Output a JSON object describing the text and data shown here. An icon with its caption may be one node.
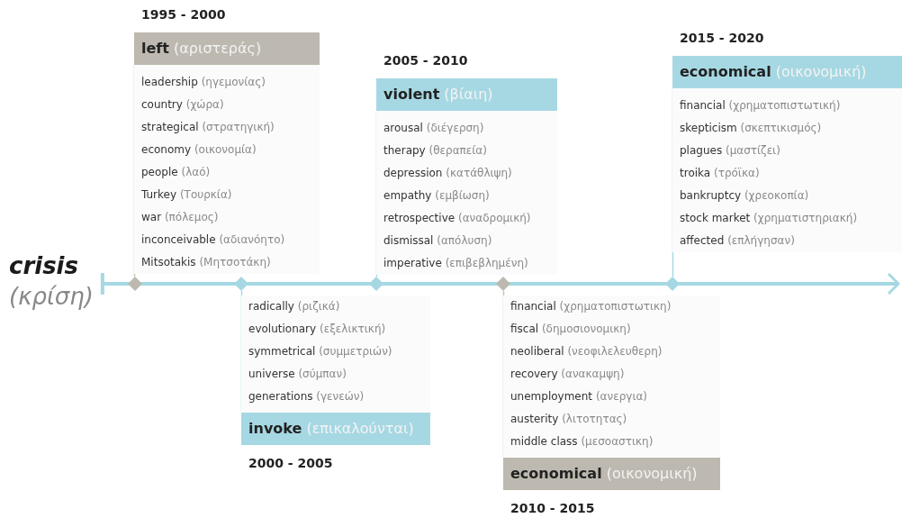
{
  "diagram": {
    "nodes": [
      {
        "text": [
          "crisis",
          "(κρίση)"
        ]
      },
      {
        "text": [
          "**left** (αριστεράς)",
          "leadership (ηγεμονίας)",
          "country (χώρα)",
          "strategical (στρατηγική)",
          "economy (οικονομία)",
          "people (λαό)",
          "Turkey (Τουρκία)",
          "war (πόλεμος)",
          "inconceivable (αδιανόητο)",
          "Mitsotakis (Μητσοτάκη)"
        ],
        "beside": [
          "1995 - 2000"
        ]
      },
      {
        "text": [
          "radically (ριζικά)",
          "evolutionary (εξελικτική)",
          "symmetrical (συμμετριών)",
          "universe (σύμπαν)",
          "generations (γενεών)",
          "**invoke** (επικαλούνται)"
        ],
        "beside": [
          "2000 - 2005"
        ]
      },
      {
        "text": [
          "**violent** (βίαιη)",
          "arousal (διέγερση)",
          "therapy (θεραπεία)",
          "depression (κατάθλιψη)",
          "empathy (εμβίωση)",
          "retrospective (αναδρομική)",
          "dismissal (απόλυση)",
          "imperative (επιβεβλημένη)"
        ],
        "beside": [
          "2005 - 2010"
        ]
      },
      {
        "text": [
          "financial (χρηματοπιστωτικη)",
          "fiscal (δημοσιονομικη)",
          "neoliberal (νεοφιλελευθερη)",
          "recovery (ανακαμψη)",
          "unemployment (ανεργια)",
          "austerity (λιτοτητας)",
          "middle class (μεσοαστικη)",
          "**economical** (οικονομική)"
        ],
        "beside": [
          "2010 - 2015"
        ]
      },
      {
        "text": [
          "**economical** (οικονομική)",
          "financial (χρηματοπιστωτική)",
          "skepticism (σκεπτικισμός)",
          "plagues (μαστίζει)",
          "troika (τρόϊκα)",
          "bankruptcy (χρεοκοπία)",
          "stock market (χρηματιστηριακή)",
          "affected (επλήγησαν)"
        ],
        "beside": [
          "2015 - 2020"
        ]
      },
      {
        "text": [],
        "shape": "diamond"
      },
      {
        "text": [],
        "shape": "diamond"
      },
      {
        "text": [],
        "shape": "diamond"
      },
      {
        "text": [],
        "shape": "diamond"
      },
      {
        "text": [],
        "shape": "diamond"
      }
    ],
    "edges": [
      {
        "from": 0,
        "to": null,
        "arrow": "to",
        "style": "thick"
      },
      {
        "from": 6,
        "to": 1,
        "arrow": "none",
        "color": "#c9c6bf"
      },
      {
        "from": 7,
        "to": 2,
        "arrow": "none"
      },
      {
        "from": 8,
        "to": 3,
        "arrow": "none"
      },
      {
        "from": 9,
        "to": 4,
        "arrow": "none",
        "color": "#c9c6bf"
      },
      {
        "from": 10,
        "to": 5,
        "arrow": "none"
      }
    ]
  }
}
